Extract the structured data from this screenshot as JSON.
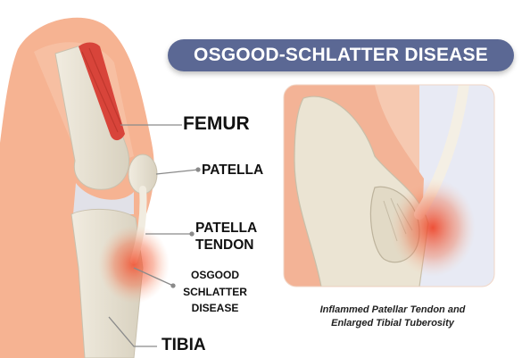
{
  "title": "OSGOOD-SCHLATTER DISEASE",
  "labels": {
    "femur": "FEMUR",
    "patella": "PATELLA",
    "patella_tendon_line1": "PATELLA",
    "patella_tendon_line2": "TENDON",
    "osgood_line1": "OSGOOD",
    "osgood_line2": "SCHLATTER",
    "osgood_line3": "DISEASE",
    "tibia": "TIBIA"
  },
  "caption": {
    "line1": "Inflammed Patellar Tendon and",
    "line2": "Enlarged Tibial Tuberosity"
  },
  "colors": {
    "banner": "#5b6894",
    "skin": "#f6b392",
    "bone": "#e6e0d0",
    "muscle": "#d8443a",
    "inflammation": "#f24c2c",
    "leader_line": "#8a8a8a"
  }
}
